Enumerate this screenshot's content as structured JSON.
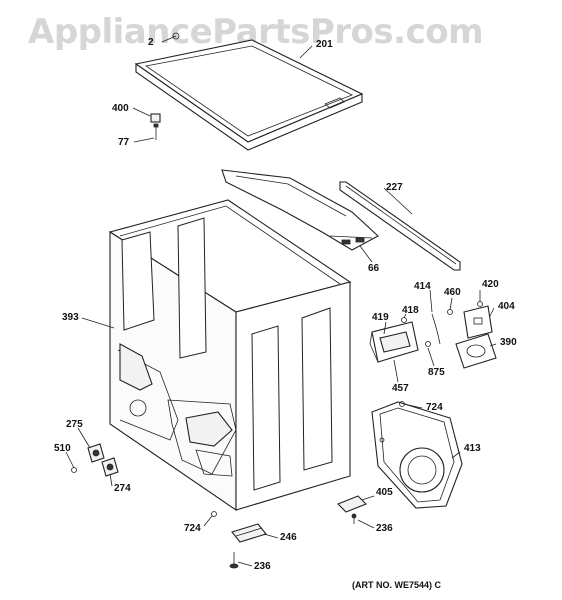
{
  "watermark": "AppliancePartsPros.com",
  "art_number": "(ART NO. WE7544) C",
  "callouts": {
    "c2": "2",
    "c201": "201",
    "c400": "400",
    "c77": "77",
    "c227": "227",
    "c66": "66",
    "c393": "393",
    "c414": "414",
    "c460": "460",
    "c420": "420",
    "c404": "404",
    "c418": "418",
    "c419": "419",
    "c390": "390",
    "c875": "875",
    "c457": "457",
    "c724a": "724",
    "c413": "413",
    "c275": "275",
    "c510": "510",
    "c274": "274",
    "c405": "405",
    "c724b": "724",
    "c236a": "236",
    "c246": "246",
    "c236b": "236"
  }
}
